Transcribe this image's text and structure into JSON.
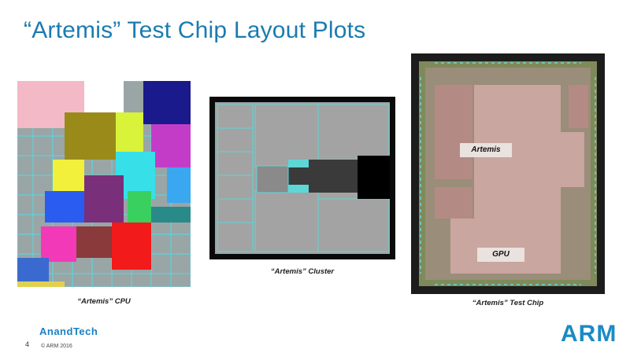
{
  "slide": {
    "title": "“Artemis” Test Chip Layout Plots",
    "page_number": "4",
    "copyright": "© ARM 2016"
  },
  "plots": {
    "cpu_caption": "“Artemis” CPU",
    "cluster_caption": "“Artemis” Cluster",
    "chip_caption": "“Artemis” Test Chip",
    "chip_labels": {
      "artemis": "Artemis",
      "gpu": "GPU"
    }
  },
  "branding": {
    "watermark": "AnandTech",
    "logo": "ARM"
  },
  "colors": {
    "title": "#1b7bb0",
    "arm_blue": "#1b8ac4",
    "anandtech_blue": "#1a7fc4"
  }
}
